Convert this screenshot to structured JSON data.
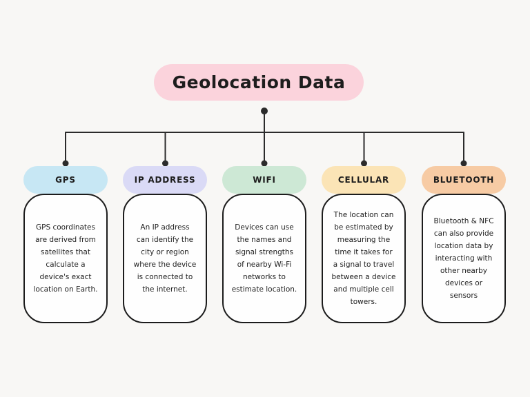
{
  "colors": {
    "background": "#f8f7f5",
    "line": "#2b2b2b",
    "text": "#1d1d1d",
    "card_bg": "#fefefe",
    "card_border": "#1c1c1c",
    "title_bg": "#fbd3dc"
  },
  "title": "Geolocation Data",
  "branches": [
    {
      "label": "GPS",
      "color": "#c7e7f4",
      "lines": [
        "GPS coordinates",
        "are derived from",
        "satellites that",
        "calculate a",
        "device's exact",
        "location on Earth."
      ]
    },
    {
      "label": "IP ADDRESS",
      "color": "#dadaf6",
      "lines": [
        "An IP address",
        "can identify the",
        "city or region",
        "where the device",
        "is connected to",
        "the internet."
      ]
    },
    {
      "label": "WIFI",
      "color": "#cde8d5",
      "lines": [
        "Devices can use",
        "the names and",
        "signal strengths",
        "of nearby Wi-Fi",
        "networks to",
        "estimate location."
      ]
    },
    {
      "label": "CELLULAR",
      "color": "#fbe4b6",
      "lines": [
        "The location can",
        "be estimated by",
        "measuring the",
        "time it takes for",
        "a signal to travel",
        "between a device",
        "and multiple cell",
        "towers."
      ]
    },
    {
      "label": "BLUETOOTH",
      "color": "#f7cba4",
      "lines": [
        "Bluetooth & NFC",
        "can also provide",
        "location data by",
        "interacting with",
        "other nearby",
        "devices or",
        "sensors"
      ]
    }
  ]
}
